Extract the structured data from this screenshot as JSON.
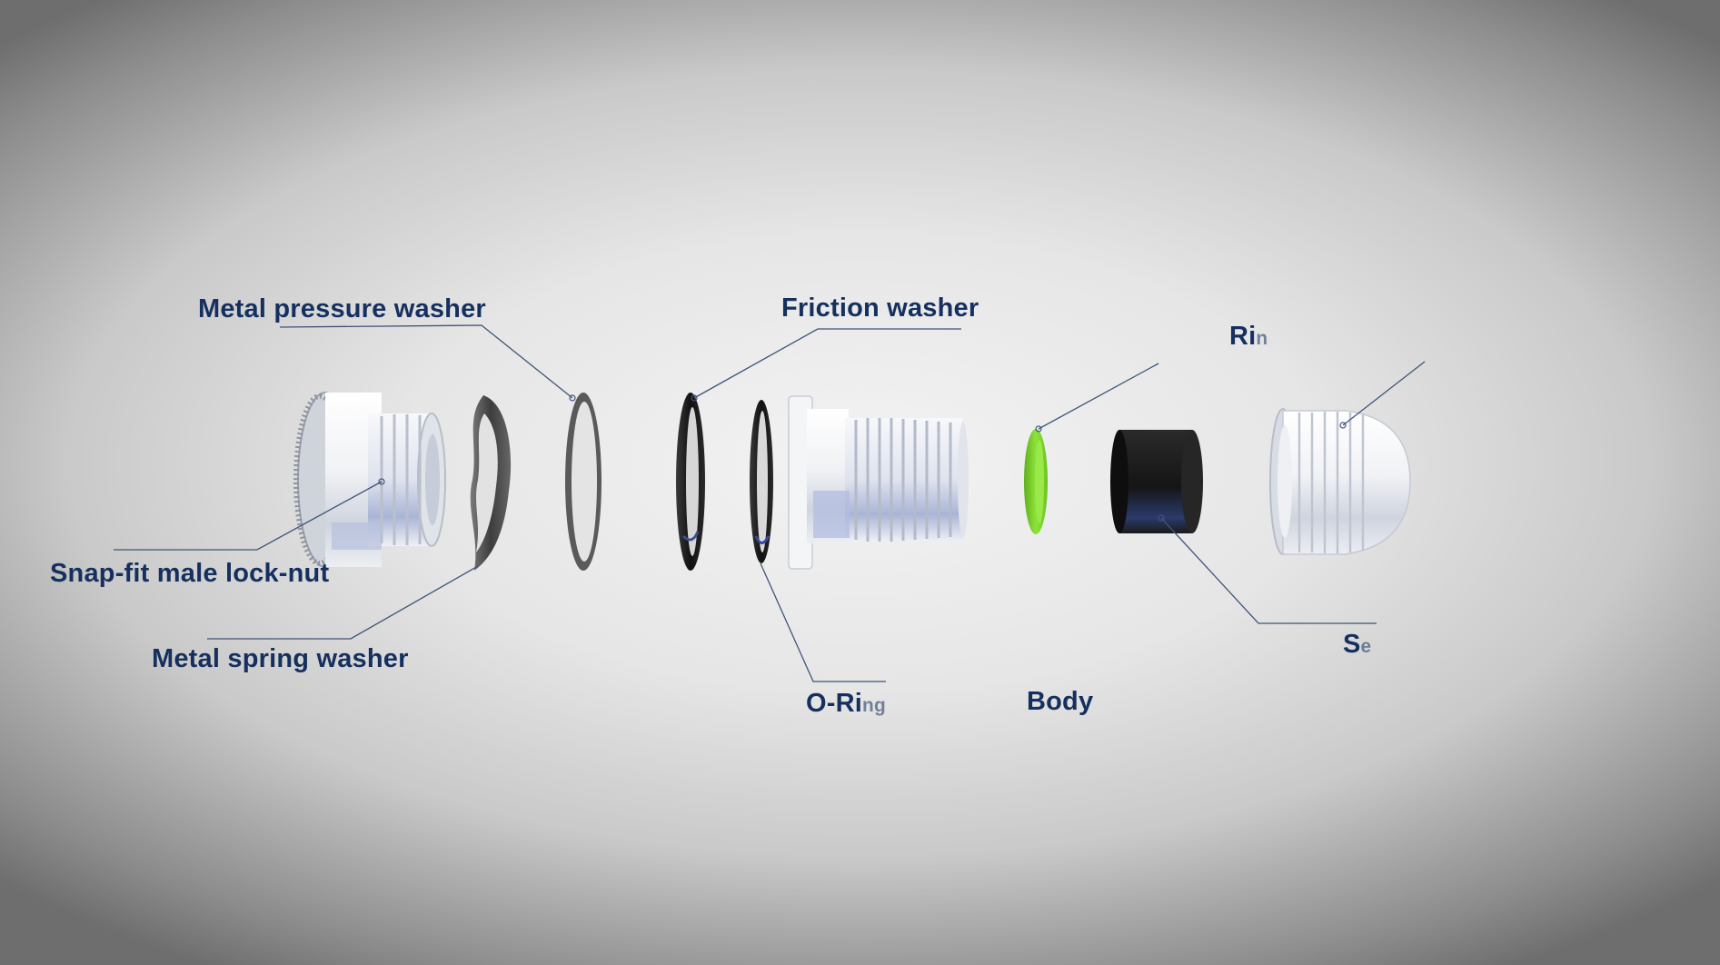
{
  "diagram": {
    "background_color": "#e8e8e8",
    "label_color": "#15305f",
    "leader_line_color": "#3f5478",
    "labels": {
      "metal_pressure_washer": "Metal pressure washer",
      "friction_washer": "Friction washer",
      "ring": "Ri",
      "ring_tail": "n",
      "snap_fit_lock_nut": "Snap-fit male lock-nut",
      "metal_spring_washer": "Metal spring washer",
      "o_ring": "O-Ri",
      "o_ring_tail": "ng",
      "body": "Body",
      "seal": "S",
      "seal_tail": "e"
    },
    "parts": [
      {
        "name": "snap-fit-male-lock-nut",
        "color": "#e9eaec"
      },
      {
        "name": "metal-spring-washer",
        "color": "#4a4a4a"
      },
      {
        "name": "metal-pressure-washer",
        "color": "#555555"
      },
      {
        "name": "friction-washer",
        "color": "#1c1c1c"
      },
      {
        "name": "o-ring",
        "color": "#161616"
      },
      {
        "name": "body",
        "color": "#eef0f4"
      },
      {
        "name": "ring",
        "color": "#7ed321"
      },
      {
        "name": "seal",
        "color": "#1b1b1b"
      },
      {
        "name": "dome-cap-nut",
        "color": "#f0f1f2"
      }
    ]
  }
}
